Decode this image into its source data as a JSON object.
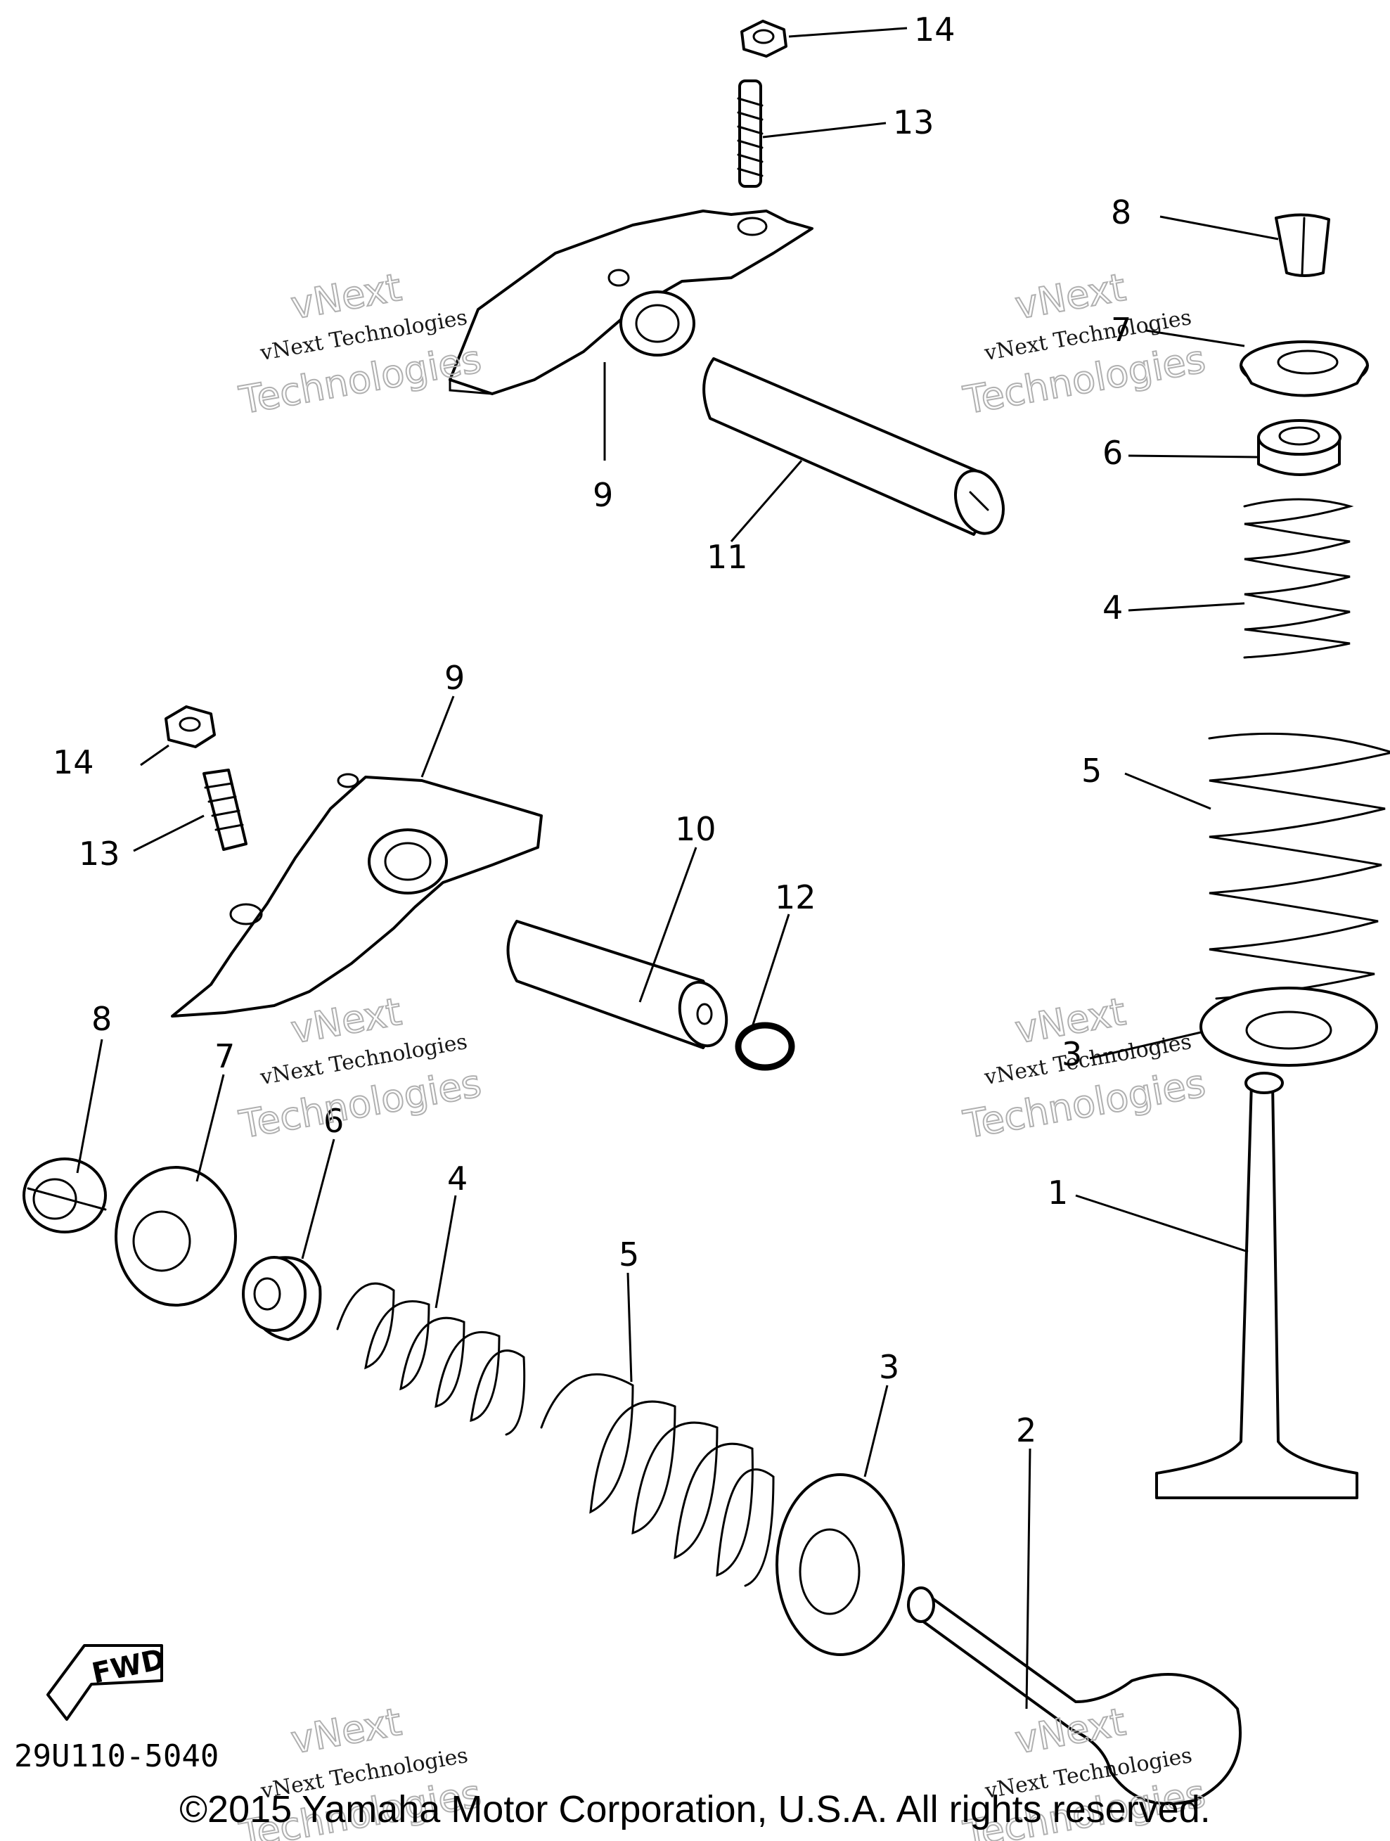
{
  "diagram": {
    "callouts": [
      "1",
      "2",
      "3",
      "4",
      "5",
      "6",
      "7",
      "8",
      "9",
      "10",
      "11",
      "12",
      "13",
      "14"
    ],
    "drawing_code": "29U110-5040",
    "fwd_label": "FWD"
  },
  "watermark": {
    "line1": "vNext",
    "line2": "vNext Technologies",
    "line3": "Technologies"
  },
  "copyright": "©2015 Yamaha Motor Corporation, U.S.A. All rights reserved."
}
